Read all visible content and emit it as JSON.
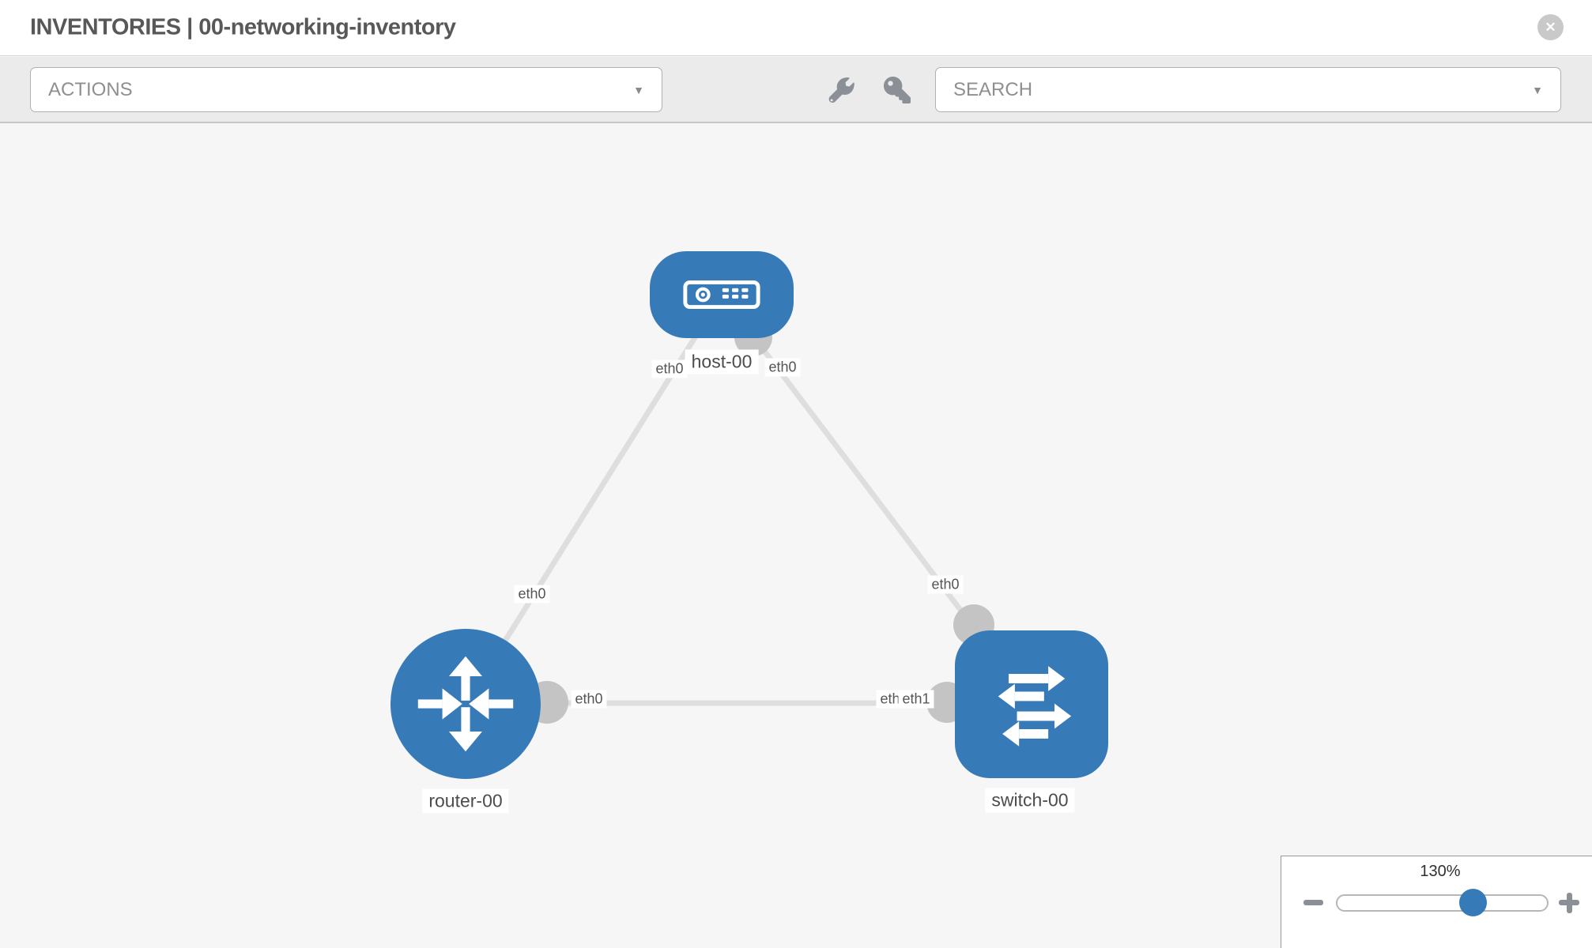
{
  "header": {
    "title": "INVENTORIES | 00-networking-inventory",
    "close_glyph": "✕"
  },
  "toolbar": {
    "actions_label": "ACTIONS",
    "search_label": "SEARCH",
    "caret_glyph": "▼",
    "icons": [
      "wrench-icon",
      "key-icon"
    ]
  },
  "topology": {
    "nodes": {
      "host": {
        "label": "host-00",
        "type": "host"
      },
      "router": {
        "label": "router-00",
        "type": "router"
      },
      "switch": {
        "label": "switch-00",
        "type": "switch"
      }
    },
    "interfaces": {
      "host_to_router": "eth0",
      "host_to_switch": "eth0",
      "router_link_top": "eth0",
      "router_link_right": "eth0",
      "switch_link_top": "eth0",
      "switch_link_left_back": "eth0",
      "switch_link_left_front": "eth1"
    },
    "links": [
      {
        "from": "host-00",
        "to": "router-00"
      },
      {
        "from": "host-00",
        "to": "switch-00"
      },
      {
        "from": "router-00",
        "to": "switch-00"
      }
    ]
  },
  "zoom_control": {
    "level": "130%",
    "icons": [
      "minus-icon",
      "plus-icon"
    ]
  },
  "colors": {
    "node_fill": "#377ab8",
    "link": "#dedede",
    "interface_dot": "#c4c4c4",
    "toolbar_bg": "#ebebeb",
    "canvas_bg": "#f6f6f6",
    "accent": "#377ab8"
  }
}
